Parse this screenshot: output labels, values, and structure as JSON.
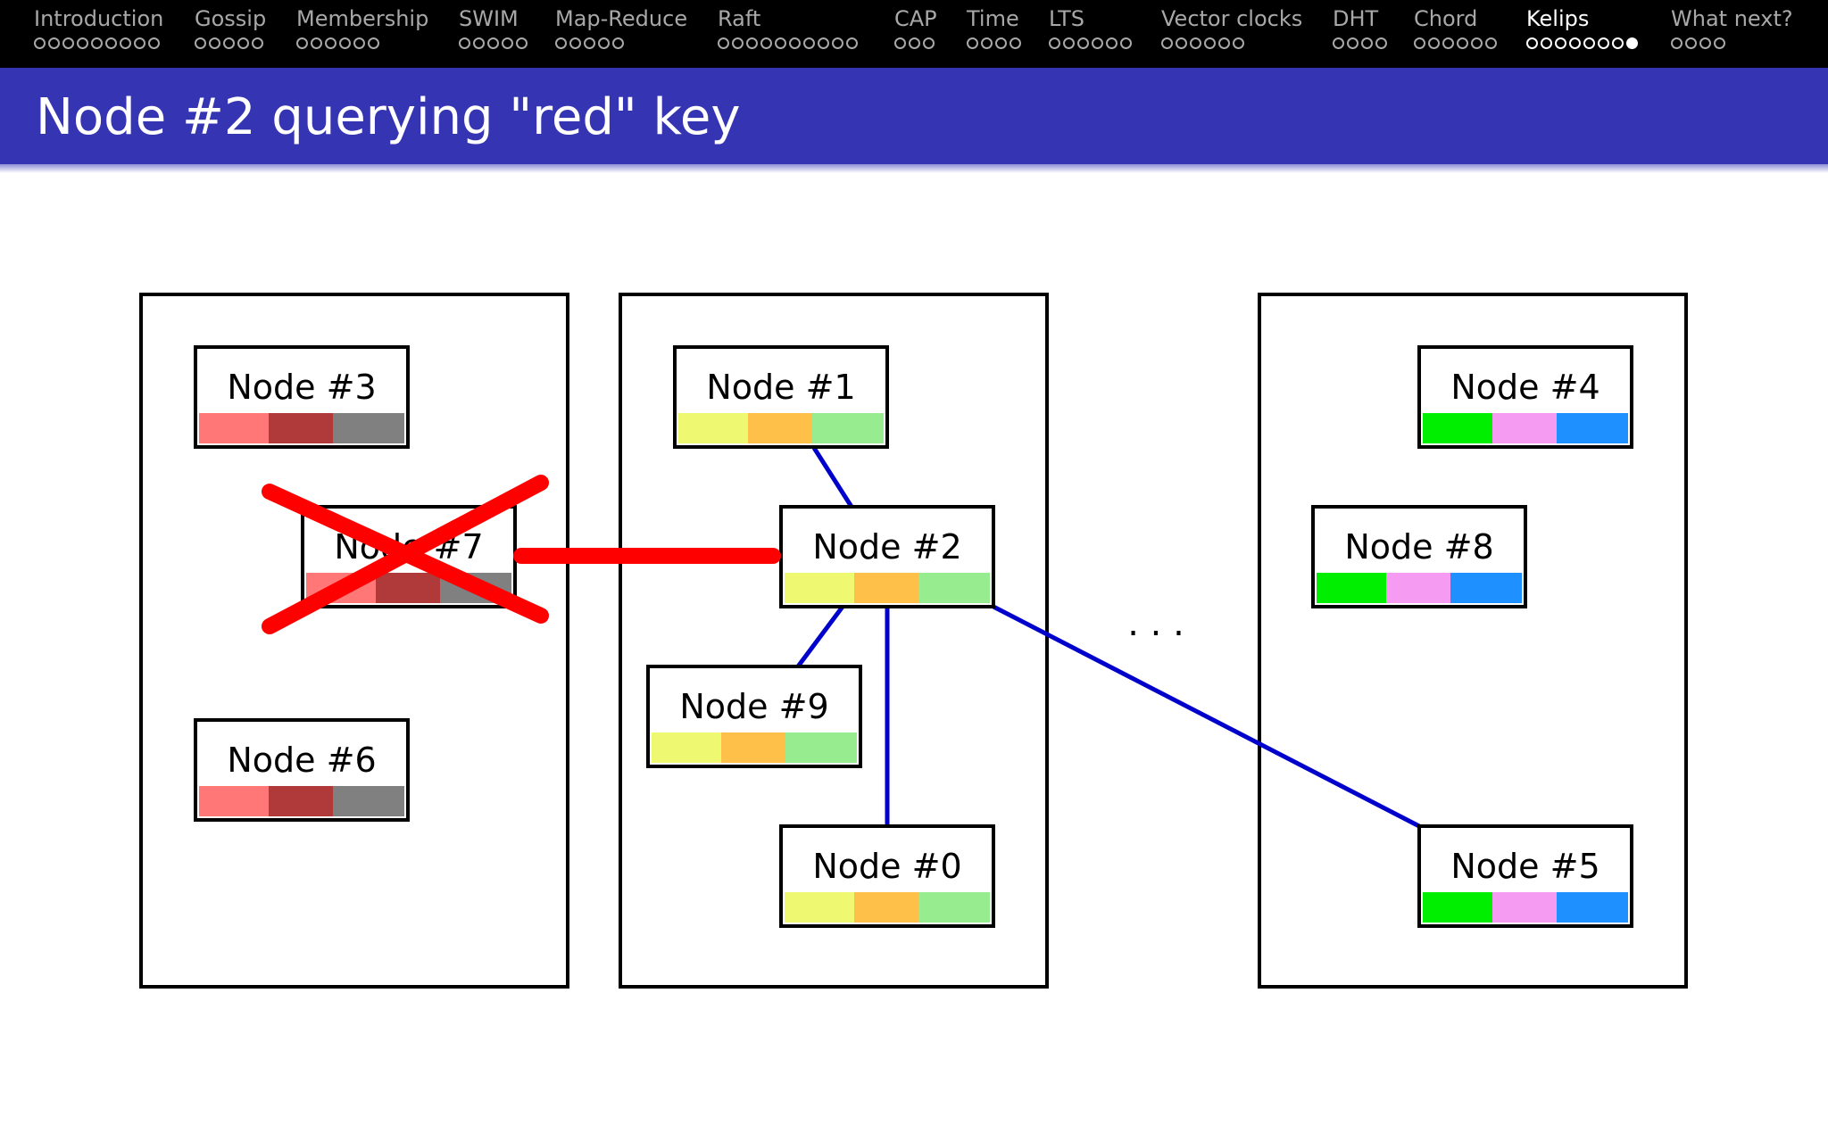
{
  "nav": {
    "sections": [
      {
        "label": "Introduction",
        "dots": 9,
        "active": false
      },
      {
        "label": "Gossip",
        "dots": 5,
        "active": false
      },
      {
        "label": "Membership",
        "dots": 6,
        "active": false
      },
      {
        "label": "SWIM",
        "dots": 5,
        "active": false
      },
      {
        "label": "Map-Reduce",
        "dots": 5,
        "active": false
      },
      {
        "label": "Raft",
        "dots": 10,
        "active": false
      },
      {
        "label": "CAP",
        "dots": 3,
        "active": false
      },
      {
        "label": "Time",
        "dots": 4,
        "active": false
      },
      {
        "label": "LTS",
        "dots": 6,
        "active": false
      },
      {
        "label": "Vector clocks",
        "dots": 6,
        "active": false
      },
      {
        "label": "DHT",
        "dots": 4,
        "active": false
      },
      {
        "label": "Chord",
        "dots": 6,
        "active": false
      },
      {
        "label": "Kelips",
        "dots": 8,
        "active": true,
        "current_dot": 7
      },
      {
        "label": "What next?",
        "dots": 4,
        "active": false
      }
    ]
  },
  "title": "Node #2 querying \"red\" key",
  "diagram": {
    "ellipsis": ". . .",
    "colors": {
      "box_border": "#000000",
      "link": "#0000cc",
      "failure": "#ff0000",
      "red_group": [
        "#ff7777",
        "#b03a3a",
        "#808080"
      ],
      "yellow_group": [
        "#eef870",
        "#ffc04a",
        "#98ec90"
      ],
      "blue_group": [
        "#00ee00",
        "#f59cf2",
        "#1e90ff"
      ]
    },
    "nodes": [
      {
        "id": "n3",
        "label": "Node #3",
        "group": "red_group",
        "failed": false
      },
      {
        "id": "n7",
        "label": "Node #7",
        "group": "red_group",
        "failed": true
      },
      {
        "id": "n6",
        "label": "Node #6",
        "group": "red_group",
        "failed": false
      },
      {
        "id": "n1",
        "label": "Node #1",
        "group": "yellow_group",
        "failed": false
      },
      {
        "id": "n2",
        "label": "Node #2",
        "group": "yellow_group",
        "failed": false
      },
      {
        "id": "n9",
        "label": "Node #9",
        "group": "yellow_group",
        "failed": false
      },
      {
        "id": "n0",
        "label": "Node #0",
        "group": "yellow_group",
        "failed": false
      },
      {
        "id": "n4",
        "label": "Node #4",
        "group": "blue_group",
        "failed": false
      },
      {
        "id": "n8",
        "label": "Node #8",
        "group": "blue_group",
        "failed": false
      },
      {
        "id": "n5",
        "label": "Node #5",
        "group": "blue_group",
        "failed": false
      }
    ]
  }
}
